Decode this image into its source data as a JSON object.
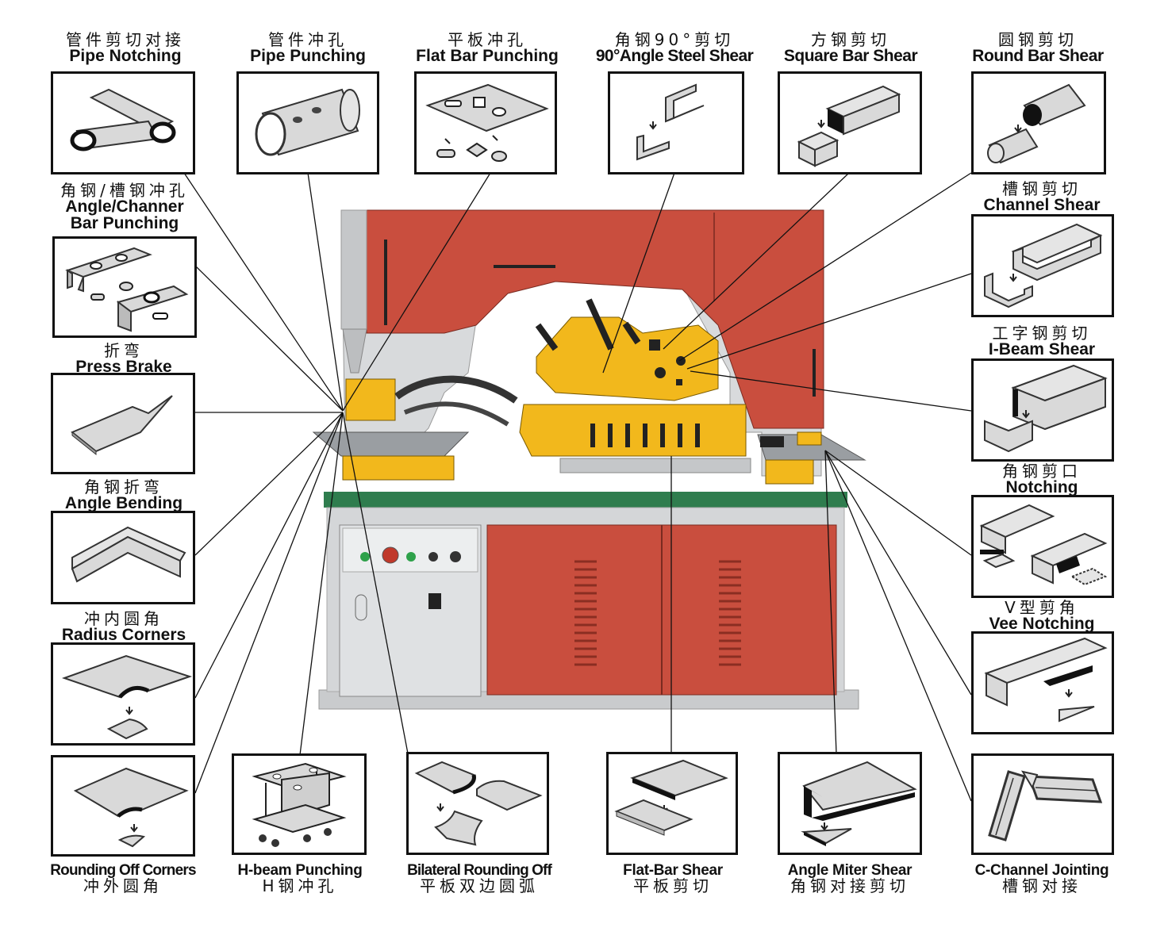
{
  "operations": {
    "pipe_notching": {
      "cn": "管件剪切对接",
      "en": "Pipe Notching"
    },
    "pipe_punching": {
      "cn": "管件冲孔",
      "en": "Pipe Punching"
    },
    "flat_bar_punching": {
      "cn": "平板冲孔",
      "en": "Flat Bar Punching"
    },
    "angle_steel_shear": {
      "cn": "角钢90°剪切",
      "en": "90°Angle Steel Shear"
    },
    "square_bar_shear": {
      "cn": "方钢剪切",
      "en": "Square Bar Shear"
    },
    "round_bar_shear": {
      "cn": "圆钢剪切",
      "en": "Round Bar Shear"
    },
    "angle_channel_punching": {
      "cn": "角钢/槽钢冲孔",
      "en1": "Angle/Channer",
      "en2": "Bar Punching"
    },
    "channel_shear": {
      "cn": "槽钢剪切",
      "en": "Channel Shear"
    },
    "press_brake": {
      "cn": "折弯",
      "en": "Press Brake"
    },
    "i_beam_shear": {
      "cn": "工字钢剪切",
      "en": "I-Beam Shear"
    },
    "angle_bending": {
      "cn": "角钢折弯",
      "en": "Angle Bending"
    },
    "notching": {
      "cn": "角钢剪口",
      "en": "Notching"
    },
    "radius_corners": {
      "cn": "冲内圆角",
      "en": "Radius Corners"
    },
    "vee_notching": {
      "cn": "V型剪角",
      "en": "Vee Notching"
    },
    "rounding_off_corners": {
      "en": "Rounding Off Corners",
      "cn": "冲外圆角"
    },
    "h_beam_punching": {
      "en": "H-beam Punching",
      "cn": "H钢冲孔"
    },
    "bilateral_rounding_off": {
      "en": "Bilateral Rounding Off",
      "cn": "平板双边圆弧"
    },
    "flat_bar_shear": {
      "en": "Flat-Bar Shear",
      "cn": "平板剪切"
    },
    "angle_miter_shear": {
      "en": "Angle Miter Shear",
      "cn": "角钢对接剪切"
    },
    "c_channel_jointing": {
      "en": "C-Channel Jointing",
      "cn": "槽钢对接"
    }
  },
  "colors": {
    "machine_red": "#c94e3e",
    "machine_yellow": "#f2b81c",
    "machine_grey": "#d4d6d8",
    "table_green": "#2f7d4e",
    "part_grey": "#d9d9d9"
  }
}
